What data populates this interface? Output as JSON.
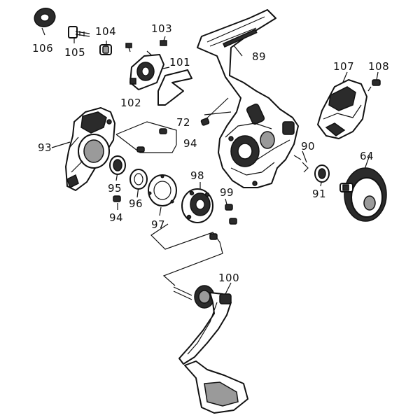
{
  "diagram": {
    "callouts": {
      "p106": "106",
      "p105": "105",
      "p104": "104",
      "p103": "103",
      "p101": "101",
      "p102": "102",
      "p89": "89",
      "p107": "107",
      "p108": "108",
      "p72": "72",
      "p93": "93",
      "p94a": "94",
      "p90": "90",
      "p64": "64",
      "p98": "98",
      "p95": "95",
      "p99": "99",
      "p96": "96",
      "p91": "91",
      "p94b": "94",
      "p97": "97",
      "p100": "100"
    }
  }
}
